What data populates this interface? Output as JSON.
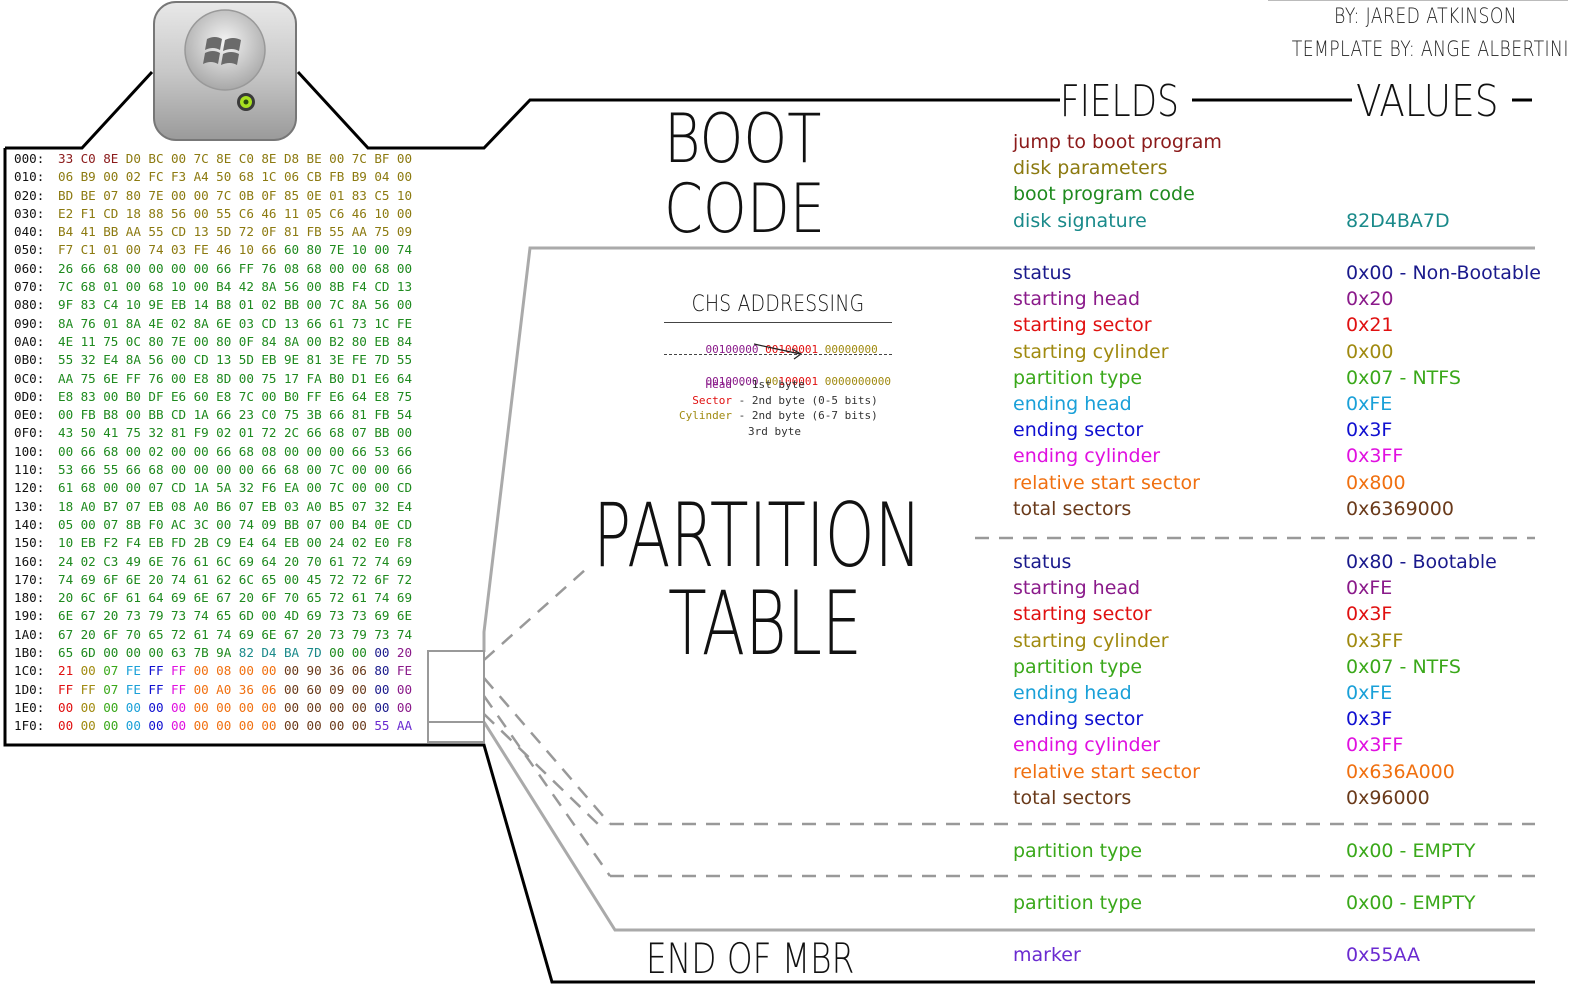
{
  "credits": {
    "author": "BY: JARED ATKINSON",
    "template": "TEMPLATE BY: ANGE ALBERTINI"
  },
  "headers": {
    "fields": "FIELDS",
    "values": "VALUES"
  },
  "sections": {
    "boot_line1": "BOOT",
    "boot_line2": "CODE",
    "partition_line1": "PARTITION",
    "partition_line2": "TABLE",
    "end": "END OF MBR"
  },
  "colors": {
    "dark_red": "#8b1a1a",
    "olive": "#8c7a10",
    "green": "#1e8a1e",
    "teal": "#1a8a8a",
    "navy": "#1a1a8c",
    "purple": "#8a1a8a",
    "red": "#e01010",
    "gold": "#a08a10",
    "lime": "#3aa81a",
    "cyan": "#1aa0d8",
    "blue": "#1010d0",
    "magenta": "#e010e0",
    "orange": "#f07010",
    "brown": "#6a3a1a",
    "violet": "#6a2ad0"
  },
  "boot_fields": [
    {
      "field": "jump to boot program",
      "value": "",
      "color": "#8b1a1a"
    },
    {
      "field": "disk parameters",
      "value": "",
      "color": "#8c7a10"
    },
    {
      "field": "boot program code",
      "value": "",
      "color": "#1e8a1e"
    },
    {
      "field": "disk signature",
      "value": "82D4BA7D",
      "color": "#1a8a8a"
    }
  ],
  "partition1": [
    {
      "field": "status",
      "value": "0x00 - Non-Bootable",
      "color": "#1a1a8c"
    },
    {
      "field": "starting head",
      "value": "0x20",
      "color": "#8a1a8a"
    },
    {
      "field": "starting sector",
      "value": "0x21",
      "color": "#e01010"
    },
    {
      "field": "starting cylinder",
      "value": "0x00",
      "color": "#a08a10"
    },
    {
      "field": "partition type",
      "value": "0x07 - NTFS",
      "color": "#3aa81a"
    },
    {
      "field": "ending head",
      "value": "0xFE",
      "color": "#1aa0d8"
    },
    {
      "field": "ending sector",
      "value": "0x3F",
      "color": "#1010d0"
    },
    {
      "field": "ending cylinder",
      "value": "0x3FF",
      "color": "#e010e0"
    },
    {
      "field": "relative start sector",
      "value": "0x800",
      "color": "#f07010"
    },
    {
      "field": "total sectors",
      "value": "0x6369000",
      "color": "#6a3a1a"
    }
  ],
  "partition2": [
    {
      "field": "status",
      "value": "0x80 - Bootable",
      "color": "#1a1a8c"
    },
    {
      "field": "starting head",
      "value": "0xFE",
      "color": "#8a1a8a"
    },
    {
      "field": "starting sector",
      "value": "0x3F",
      "color": "#e01010"
    },
    {
      "field": "starting cylinder",
      "value": "0x3FF",
      "color": "#a08a10"
    },
    {
      "field": "partition type",
      "value": "0x07 - NTFS",
      "color": "#3aa81a"
    },
    {
      "field": "ending head",
      "value": "0xFE",
      "color": "#1aa0d8"
    },
    {
      "field": "ending sector",
      "value": "0x3F",
      "color": "#1010d0"
    },
    {
      "field": "ending cylinder",
      "value": "0x3FF",
      "color": "#e010e0"
    },
    {
      "field": "relative start sector",
      "value": "0x636A000",
      "color": "#f07010"
    },
    {
      "field": "total sectors",
      "value": "0x96000",
      "color": "#6a3a1a"
    }
  ],
  "partition3": [
    {
      "field": "partition type",
      "value": "0x00 - EMPTY",
      "color": "#3aa81a"
    }
  ],
  "partition4": [
    {
      "field": "partition type",
      "value": "0x00 - EMPTY",
      "color": "#3aa81a"
    }
  ],
  "end_fields": [
    {
      "field": "marker",
      "value": "0x55AA",
      "color": "#6a2ad0"
    }
  ],
  "chs": {
    "title": "CHS ADDRESSING",
    "bytes_before": [
      "00100000",
      "00100001",
      "00000000"
    ],
    "bytes_after": [
      "00100000",
      "100001",
      "0000000000"
    ],
    "after_prefix_bits": "00",
    "legend": [
      {
        "label": "Head",
        "desc": " - 1st byte",
        "color": "#8a1a8a"
      },
      {
        "label": "Sector",
        "desc": " - 2nd byte (0-5 bits)",
        "color": "#e01010"
      },
      {
        "label": "Cylinder",
        "desc": " - 2nd byte (6-7 bits)",
        "color": "#a08a10"
      },
      {
        "label": "",
        "desc": "3rd byte",
        "color": "#333333"
      }
    ]
  },
  "hexdump": [
    {
      "addr": "000:",
      "bytes": [
        "33",
        "C0",
        "8E",
        "D0",
        "BC",
        "00",
        "7C",
        "8E",
        "C0",
        "8E",
        "D8",
        "BE",
        "00",
        "7C",
        "BF",
        "00"
      ]
    },
    {
      "addr": "010:",
      "bytes": [
        "06",
        "B9",
        "00",
        "02",
        "FC",
        "F3",
        "A4",
        "50",
        "68",
        "1C",
        "06",
        "CB",
        "FB",
        "B9",
        "04",
        "00"
      ]
    },
    {
      "addr": "020:",
      "bytes": [
        "BD",
        "BE",
        "07",
        "80",
        "7E",
        "00",
        "00",
        "7C",
        "0B",
        "0F",
        "85",
        "0E",
        "01",
        "83",
        "C5",
        "10"
      ]
    },
    {
      "addr": "030:",
      "bytes": [
        "E2",
        "F1",
        "CD",
        "18",
        "88",
        "56",
        "00",
        "55",
        "C6",
        "46",
        "11",
        "05",
        "C6",
        "46",
        "10",
        "00"
      ]
    },
    {
      "addr": "040:",
      "bytes": [
        "B4",
        "41",
        "BB",
        "AA",
        "55",
        "CD",
        "13",
        "5D",
        "72",
        "0F",
        "81",
        "FB",
        "55",
        "AA",
        "75",
        "09"
      ]
    },
    {
      "addr": "050:",
      "bytes": [
        "F7",
        "C1",
        "01",
        "00",
        "74",
        "03",
        "FE",
        "46",
        "10",
        "66",
        "60",
        "80",
        "7E",
        "10",
        "00",
        "74"
      ]
    },
    {
      "addr": "060:",
      "bytes": [
        "26",
        "66",
        "68",
        "00",
        "00",
        "00",
        "00",
        "66",
        "FF",
        "76",
        "08",
        "68",
        "00",
        "00",
        "68",
        "00"
      ]
    },
    {
      "addr": "070:",
      "bytes": [
        "7C",
        "68",
        "01",
        "00",
        "68",
        "10",
        "00",
        "B4",
        "42",
        "8A",
        "56",
        "00",
        "8B",
        "F4",
        "CD",
        "13"
      ]
    },
    {
      "addr": "080:",
      "bytes": [
        "9F",
        "83",
        "C4",
        "10",
        "9E",
        "EB",
        "14",
        "B8",
        "01",
        "02",
        "BB",
        "00",
        "7C",
        "8A",
        "56",
        "00"
      ]
    },
    {
      "addr": "090:",
      "bytes": [
        "8A",
        "76",
        "01",
        "8A",
        "4E",
        "02",
        "8A",
        "6E",
        "03",
        "CD",
        "13",
        "66",
        "61",
        "73",
        "1C",
        "FE"
      ]
    },
    {
      "addr": "0A0:",
      "bytes": [
        "4E",
        "11",
        "75",
        "0C",
        "80",
        "7E",
        "00",
        "80",
        "0F",
        "84",
        "8A",
        "00",
        "B2",
        "80",
        "EB",
        "84"
      ]
    },
    {
      "addr": "0B0:",
      "bytes": [
        "55",
        "32",
        "E4",
        "8A",
        "56",
        "00",
        "CD",
        "13",
        "5D",
        "EB",
        "9E",
        "81",
        "3E",
        "FE",
        "7D",
        "55"
      ]
    },
    {
      "addr": "0C0:",
      "bytes": [
        "AA",
        "75",
        "6E",
        "FF",
        "76",
        "00",
        "E8",
        "8D",
        "00",
        "75",
        "17",
        "FA",
        "B0",
        "D1",
        "E6",
        "64"
      ]
    },
    {
      "addr": "0D0:",
      "bytes": [
        "E8",
        "83",
        "00",
        "B0",
        "DF",
        "E6",
        "60",
        "E8",
        "7C",
        "00",
        "B0",
        "FF",
        "E6",
        "64",
        "E8",
        "75"
      ]
    },
    {
      "addr": "0E0:",
      "bytes": [
        "00",
        "FB",
        "B8",
        "00",
        "BB",
        "CD",
        "1A",
        "66",
        "23",
        "C0",
        "75",
        "3B",
        "66",
        "81",
        "FB",
        "54"
      ]
    },
    {
      "addr": "0F0:",
      "bytes": [
        "43",
        "50",
        "41",
        "75",
        "32",
        "81",
        "F9",
        "02",
        "01",
        "72",
        "2C",
        "66",
        "68",
        "07",
        "BB",
        "00"
      ]
    },
    {
      "addr": "100:",
      "bytes": [
        "00",
        "66",
        "68",
        "00",
        "02",
        "00",
        "00",
        "66",
        "68",
        "08",
        "00",
        "00",
        "00",
        "66",
        "53",
        "66"
      ]
    },
    {
      "addr": "110:",
      "bytes": [
        "53",
        "66",
        "55",
        "66",
        "68",
        "00",
        "00",
        "00",
        "00",
        "66",
        "68",
        "00",
        "7C",
        "00",
        "00",
        "66"
      ]
    },
    {
      "addr": "120:",
      "bytes": [
        "61",
        "68",
        "00",
        "00",
        "07",
        "CD",
        "1A",
        "5A",
        "32",
        "F6",
        "EA",
        "00",
        "7C",
        "00",
        "00",
        "CD"
      ]
    },
    {
      "addr": "130:",
      "bytes": [
        "18",
        "A0",
        "B7",
        "07",
        "EB",
        "08",
        "A0",
        "B6",
        "07",
        "EB",
        "03",
        "A0",
        "B5",
        "07",
        "32",
        "E4"
      ]
    },
    {
      "addr": "140:",
      "bytes": [
        "05",
        "00",
        "07",
        "8B",
        "F0",
        "AC",
        "3C",
        "00",
        "74",
        "09",
        "BB",
        "07",
        "00",
        "B4",
        "0E",
        "CD"
      ]
    },
    {
      "addr": "150:",
      "bytes": [
        "10",
        "EB",
        "F2",
        "F4",
        "EB",
        "FD",
        "2B",
        "C9",
        "E4",
        "64",
        "EB",
        "00",
        "24",
        "02",
        "E0",
        "F8"
      ]
    },
    {
      "addr": "160:",
      "bytes": [
        "24",
        "02",
        "C3",
        "49",
        "6E",
        "76",
        "61",
        "6C",
        "69",
        "64",
        "20",
        "70",
        "61",
        "72",
        "74",
        "69"
      ]
    },
    {
      "addr": "170:",
      "bytes": [
        "74",
        "69",
        "6F",
        "6E",
        "20",
        "74",
        "61",
        "62",
        "6C",
        "65",
        "00",
        "45",
        "72",
        "72",
        "6F",
        "72"
      ]
    },
    {
      "addr": "180:",
      "bytes": [
        "20",
        "6C",
        "6F",
        "61",
        "64",
        "69",
        "6E",
        "67",
        "20",
        "6F",
        "70",
        "65",
        "72",
        "61",
        "74",
        "69"
      ]
    },
    {
      "addr": "190:",
      "bytes": [
        "6E",
        "67",
        "20",
        "73",
        "79",
        "73",
        "74",
        "65",
        "6D",
        "00",
        "4D",
        "69",
        "73",
        "73",
        "69",
        "6E"
      ]
    },
    {
      "addr": "1A0:",
      "bytes": [
        "67",
        "20",
        "6F",
        "70",
        "65",
        "72",
        "61",
        "74",
        "69",
        "6E",
        "67",
        "20",
        "73",
        "79",
        "73",
        "74"
      ]
    },
    {
      "addr": "1B0:",
      "bytes": [
        "65",
        "6D",
        "00",
        "00",
        "00",
        "63",
        "7B",
        "9A",
        "82",
        "D4",
        "BA",
        "7D",
        "00",
        "00",
        "00",
        "20"
      ]
    },
    {
      "addr": "1C0:",
      "bytes": [
        "21",
        "00",
        "07",
        "FE",
        "FF",
        "FF",
        "00",
        "08",
        "00",
        "00",
        "00",
        "90",
        "36",
        "06",
        "80",
        "FE"
      ]
    },
    {
      "addr": "1D0:",
      "bytes": [
        "FF",
        "FF",
        "07",
        "FE",
        "FF",
        "FF",
        "00",
        "A0",
        "36",
        "06",
        "00",
        "60",
        "09",
        "00",
        "00",
        "00"
      ]
    },
    {
      "addr": "1E0:",
      "bytes": [
        "00",
        "00",
        "00",
        "00",
        "00",
        "00",
        "00",
        "00",
        "00",
        "00",
        "00",
        "00",
        "00",
        "00",
        "00",
        "00"
      ]
    },
    {
      "addr": "1F0:",
      "bytes": [
        "00",
        "00",
        "00",
        "00",
        "00",
        "00",
        "00",
        "00",
        "00",
        "00",
        "00",
        "00",
        "00",
        "00",
        "55",
        "AA"
      ]
    }
  ]
}
